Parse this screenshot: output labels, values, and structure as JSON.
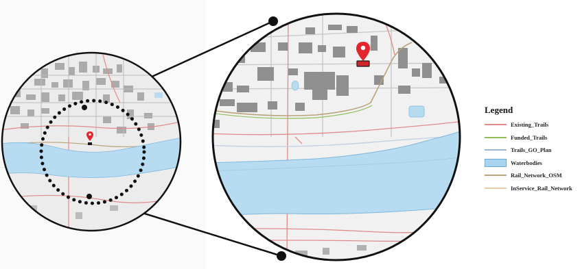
{
  "legend": {
    "title": "Legend",
    "items": [
      {
        "label": "Existing_Trails",
        "color": "#e08a8a",
        "kind": "line"
      },
      {
        "label": "Funded_Trails",
        "color": "#8fbf5a",
        "kind": "line"
      },
      {
        "label": "Trails_GO_Plan",
        "color": "#9eb3d6",
        "kind": "line"
      },
      {
        "label": "Waterbodies",
        "color": "#a9d4ef",
        "kind": "fill",
        "border": "#6aaad3"
      },
      {
        "label": "Rail_Network_OSM",
        "color": "#b9a27a",
        "kind": "line"
      },
      {
        "label": "InService_Rail_Network",
        "color": "#e7c9a6",
        "kind": "line"
      }
    ]
  },
  "colors": {
    "water": "#b7dcf2",
    "marker": "#e3262e",
    "building": "#8f8f8f",
    "outline": "#111111"
  },
  "icons": {
    "marker": "location-pin-icon"
  }
}
